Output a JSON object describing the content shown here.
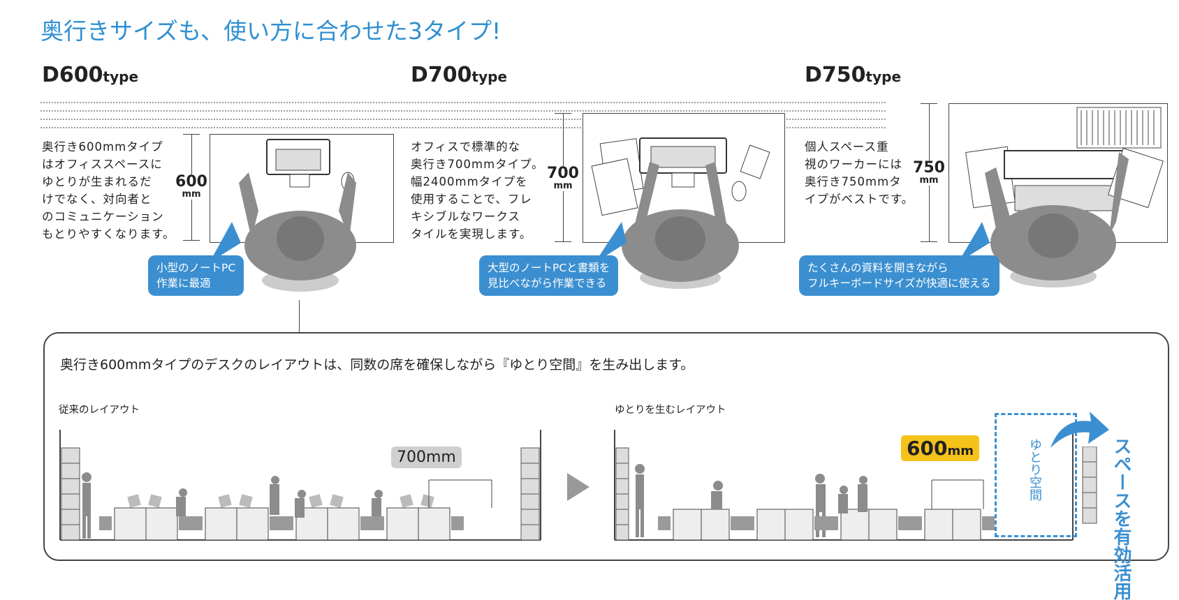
{
  "title": "奥行きサイズも、使い方に合わせた3タイプ!",
  "types": [
    {
      "code": "D600",
      "suffix": "type",
      "desc": [
        "奥行き600mmタイプ",
        "はオフィススペースに",
        "ゆとりが生まれるだ",
        "けでなく、対向者と",
        "のコミュニケーション",
        "もとりやすくなります。"
      ],
      "dim_value": "600",
      "dim_unit": "mm",
      "bubble": [
        "小型のノートPC",
        "作業に最適"
      ]
    },
    {
      "code": "D700",
      "suffix": "type",
      "desc": [
        "オフィスで標準的な",
        "奥行き700mmタイプ。",
        "幅2400mmタイプを",
        "使用することで、フレ",
        "キシブルなワークス",
        "タイルを実現します。"
      ],
      "dim_value": "700",
      "dim_unit": "mm",
      "bubble": [
        "大型のノートPCと書類を",
        "見比べながら作業できる"
      ]
    },
    {
      "code": "D750",
      "suffix": "type",
      "desc": [
        "個人スペース重",
        "視のワーカーには",
        "奥行き750mmタ",
        "イプがベストです。"
      ],
      "dim_value": "750",
      "dim_unit": "mm",
      "bubble": [
        "たくさんの資料を開きながら",
        "フルキーボードサイズが快適に使える"
      ]
    }
  ],
  "panel": {
    "text": "奥行き600mmタイプのデスクのレイアウトは、同数の席を確保しながら『ゆとり空間』を生み出します。",
    "left_label": "従来のレイアウト",
    "right_label": "ゆとりを生むレイアウト",
    "left_tag": "700mm",
    "right_tag_value": "600",
    "right_tag_unit": "mm",
    "space_label": "ゆとり空間",
    "effective": "スペースを有効活用"
  },
  "colors": {
    "accent": "#2f8fd0",
    "bubble": "#3b8fd0",
    "highlight": "#f5c21b",
    "figure": "#8c8c8c"
  }
}
